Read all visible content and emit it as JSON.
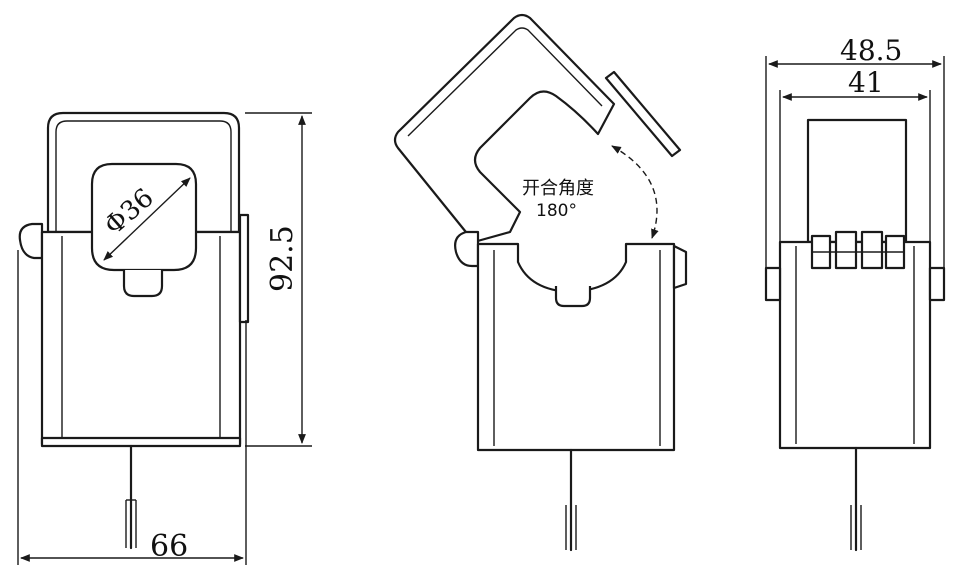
{
  "views": {
    "front": {
      "height_label": "92.5",
      "width_label": "66",
      "window_label": "Φ36"
    },
    "open": {
      "angle_title": "开合角度",
      "angle_value": "180°"
    },
    "side": {
      "outer_width_label": "48.5",
      "inner_width_label": "41"
    }
  }
}
